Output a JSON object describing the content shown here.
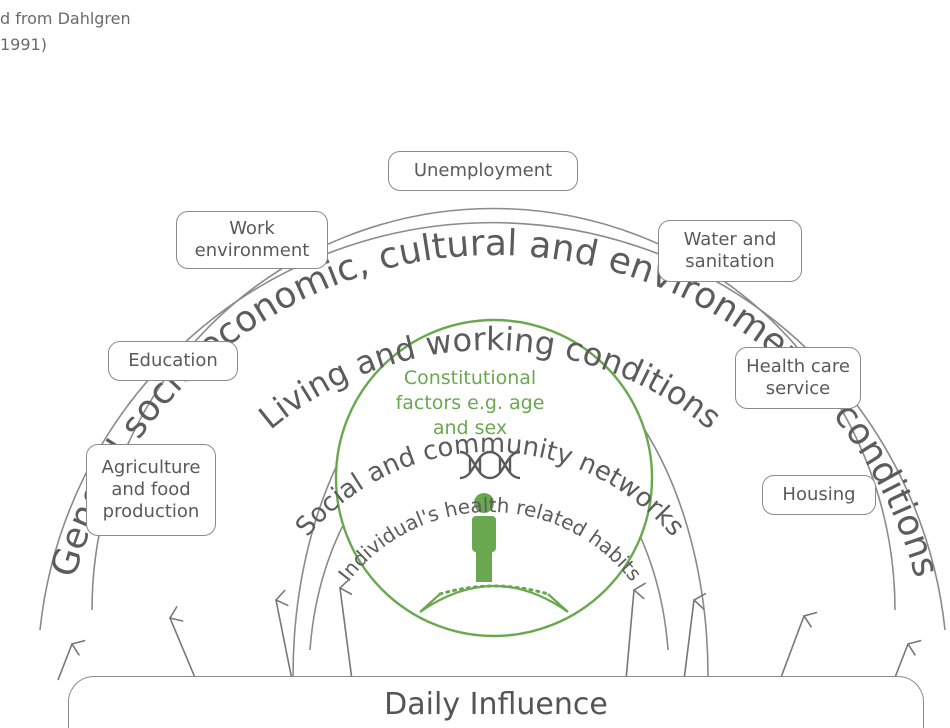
{
  "caption": "d from Dahlgren\n1991)",
  "rings": {
    "general": "General socio-economic, cultural and environmental conditions",
    "living": "Living and working conditions",
    "social": "Social and community networks",
    "individual": "Individual's health related habits"
  },
  "core": "Constitutional\nfactors e.g. age\nand sex",
  "boxes": {
    "unemployment": "Unemployment",
    "work_environment": "Work\nenvironment",
    "water": "Water and\nsanitation",
    "education": "Education",
    "health_care": "Health care\nservice",
    "agriculture": "Agriculture\nand food\nproduction",
    "housing": "Housing"
  },
  "daily_influence": "Daily Influence",
  "colors": {
    "ring": "#8a8a8a",
    "core": "#6aa84f",
    "text": "#5a5a5a"
  },
  "icons": [
    "dna-icon",
    "person-icon"
  ]
}
